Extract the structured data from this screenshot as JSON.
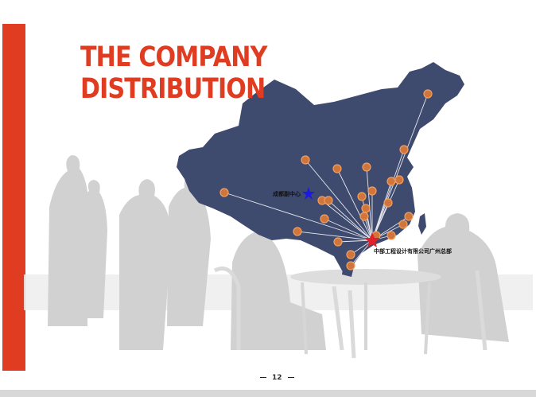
{
  "title": {
    "line1": "THE COMPANY",
    "line2": "DISTRIBUTION"
  },
  "map": {
    "sub_center_label": "成都副中心",
    "hq_label": "中部工程设计有限公司广州总部",
    "colors": {
      "land": "#3e4a6e",
      "dot": "#d0753c",
      "hq": "#e0202a",
      "sub": "#1a1ae0"
    }
  },
  "page_number": "12"
}
